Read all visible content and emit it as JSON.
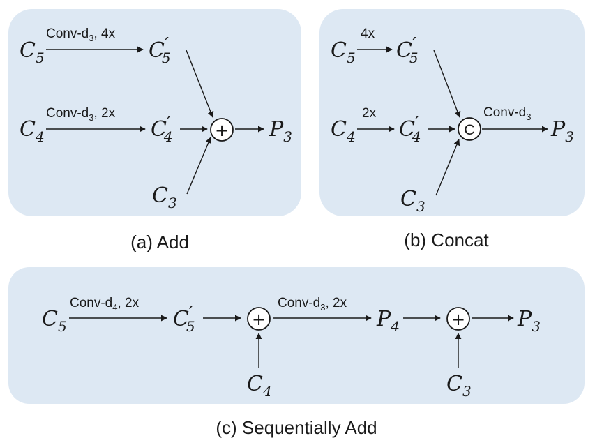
{
  "colors": {
    "panel": "#dde8f3",
    "ink": "#1a1a1a"
  },
  "panel_a": {
    "caption": "(a)  Add",
    "c5": "C",
    "c5_sub": "5",
    "c5p": "C",
    "c5p_sub": "5",
    "c4": "C",
    "c4_sub": "4",
    "c4p": "C",
    "c4p_sub": "4",
    "c3": "C",
    "c3_sub": "3",
    "p3": "P",
    "p3_sub": "3",
    "prime": "′",
    "op1_base": "Conv-d",
    "op1_sub": "3",
    "op1_rest": ", 4x",
    "op2_base": "Conv-d",
    "op2_sub": "3",
    "op2_rest": ", 2x",
    "add_symbol": "+"
  },
  "panel_b": {
    "caption": "(b) Concat",
    "c5": "C",
    "c5_sub": "5",
    "c5p": "C",
    "c5p_sub": "5",
    "c4": "C",
    "c4_sub": "4",
    "c4p": "C",
    "c4p_sub": "4",
    "c3": "C",
    "c3_sub": "3",
    "p3": "P",
    "p3_sub": "3",
    "prime": "′",
    "op1": "4x",
    "op2": "2x",
    "op3_base": "Conv-d",
    "op3_sub": "3",
    "concat_symbol": "C"
  },
  "panel_c": {
    "caption": "(c) Sequentially Add",
    "c5": "C",
    "c5_sub": "5",
    "c5p": "C",
    "c5p_sub": "5",
    "c4": "C",
    "c4_sub": "4",
    "c3": "C",
    "c3_sub": "3",
    "p4": "P",
    "p4_sub": "4",
    "p3": "P",
    "p3_sub": "3",
    "prime": "′",
    "op1_base": "Conv-d",
    "op1_sub": "4",
    "op1_rest": ", 2x",
    "op2_base": "Conv-d",
    "op2_sub": "3",
    "op2_rest": ", 2x",
    "add_symbol": "+"
  }
}
